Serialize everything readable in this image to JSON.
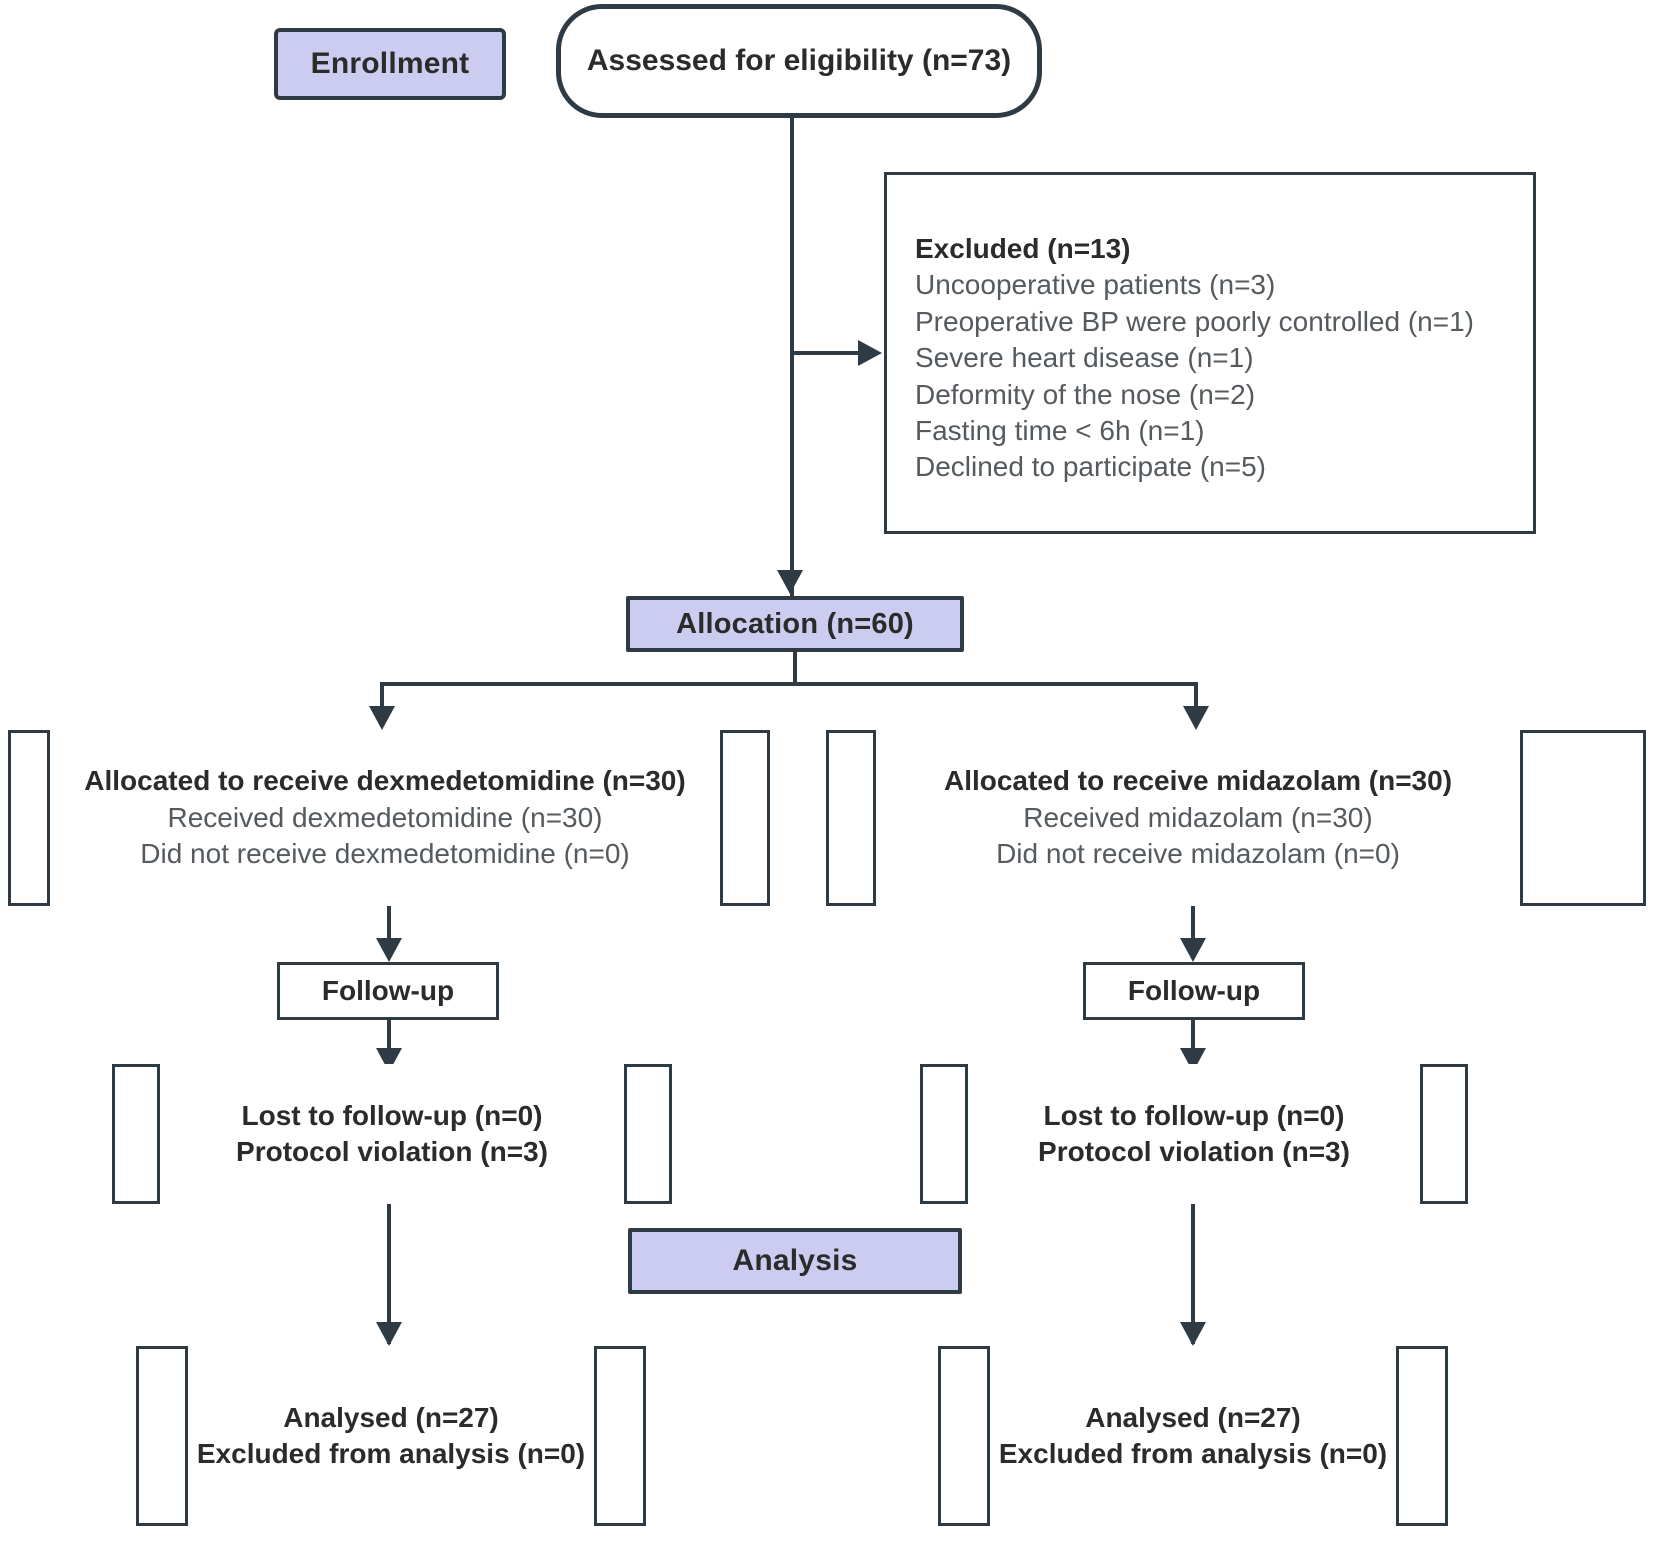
{
  "diagram": {
    "title": "CONSORT participant flow diagram",
    "accent_color": "#ccccf0",
    "line_color": "#2f3b44",
    "text_color": "#2b2b2b",
    "muted_text_color": "#555a5e"
  },
  "stages": {
    "enrollment": "Enrollment",
    "allocation": "Allocation  (n=60)",
    "analysis": "Analysis"
  },
  "enrollment": {
    "assessed": "Assessed for eligibility (n=73)"
  },
  "excluded": {
    "heading": "Excluded (n=13)",
    "reasons": [
      "Uncooperative patients (n=3)",
      "Preoperative BP were poorly controlled (n=1)",
      "Severe heart disease (n=1)",
      "Deformity of the nose (n=2)",
      "Fasting time  <  6h (n=1)",
      "Declined to participate (n=5)"
    ]
  },
  "arms": {
    "left": {
      "allocation_heading": "Allocated to receive dexmedetomidine (n=30)",
      "allocation_lines": [
        "Received dexmedetomidine (n=30)",
        "Did not receive dexmedetomidine (n=0)"
      ],
      "followup_label": "Follow-up",
      "followup_lines": [
        "Lost to follow-up (n=0)",
        "Protocol violation (n=3)"
      ],
      "analysis_lines": [
        "Analysed (n=27)",
        "Excluded from analysis (n=0)"
      ]
    },
    "right": {
      "allocation_heading": "Allocated to receive midazolam (n=30)",
      "allocation_lines": [
        "Received midazolam (n=30)",
        "Did not receive midazolam (n=0)"
      ],
      "followup_label": "Follow-up",
      "followup_lines": [
        "Lost to follow-up (n=0)",
        "Protocol violation (n=3)"
      ],
      "analysis_lines": [
        "Analysed (n=27)",
        "Excluded from analysis (n=0)"
      ]
    }
  }
}
